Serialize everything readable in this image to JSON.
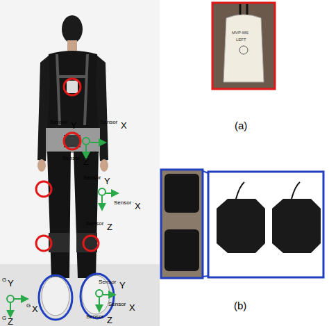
{
  "diagram": {
    "labels": [
      "MVP-MS",
      "LEFT",
      "(a)",
      "Sensor",
      "Y",
      "Sensor",
      "X",
      "Sensor",
      "Z",
      "Sensor",
      "Y",
      "Sensor",
      "X",
      "Sensor",
      "Z",
      "Sensor",
      "Y",
      "Sensor",
      "X",
      "Sensor",
      "Z",
      "G",
      "Y",
      "G",
      "X",
      "G",
      "Z",
      "(b)"
    ]
  }
}
